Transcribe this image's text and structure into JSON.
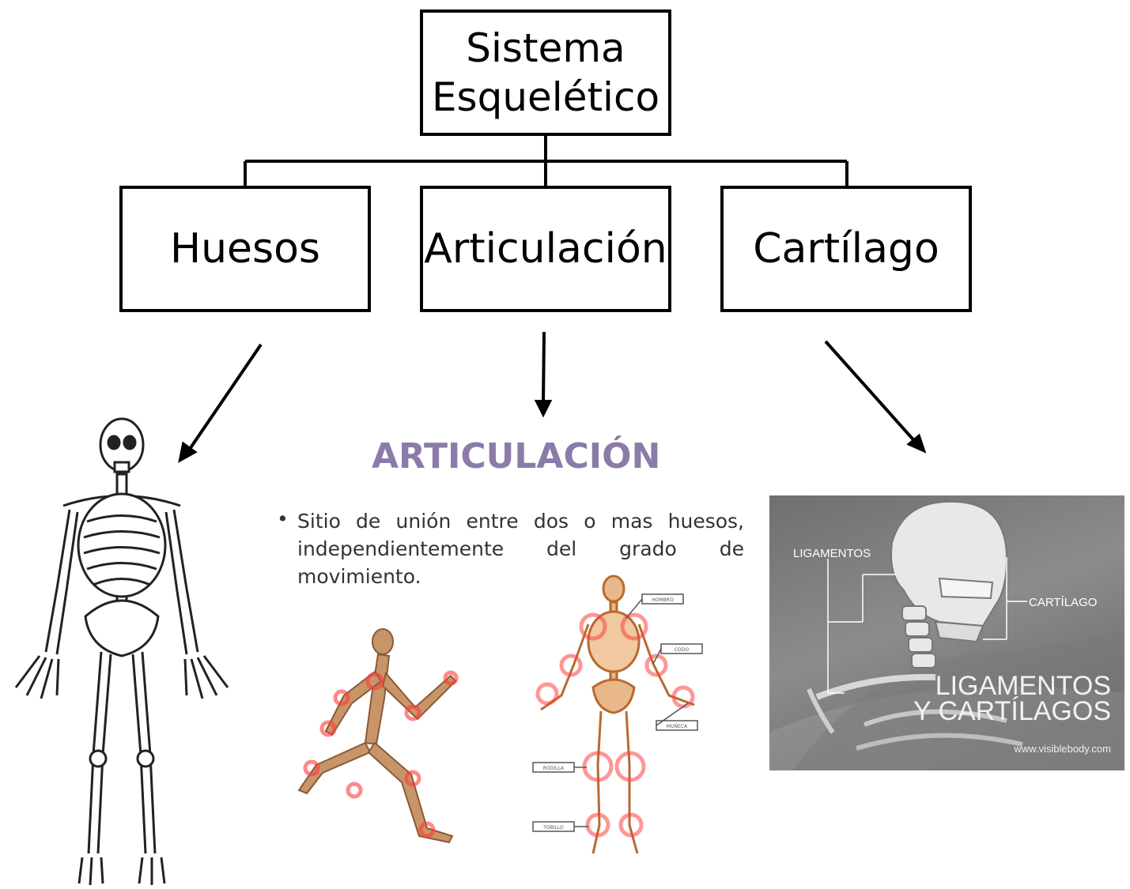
{
  "diagram": {
    "root": {
      "line1": "Sistema",
      "line2": "Esquelético"
    },
    "children": [
      {
        "label": "Huesos"
      },
      {
        "label": "Articulación"
      },
      {
        "label": "Cartílago"
      }
    ]
  },
  "articulacion_slide": {
    "title": "ARTICULACIÓN",
    "bullet": "•",
    "description": "Sitio de unión entre dos o mas huesos, independientemente del grado de movimiento.",
    "skeleton_tags": [
      "HOMBRO",
      "CODO",
      "MUÑECA",
      "RODILLA",
      "TOBILLO"
    ]
  },
  "ligamentos_image": {
    "label_left": "LIGAMENTOS",
    "label_right": "CARTÍLAGO",
    "title_line1": "LIGAMENTOS",
    "title_line2": "Y CARTÍLAGOS",
    "website": "www.visiblebody.com"
  },
  "colors": {
    "title_purple": "#8b7ba8",
    "joint_red": "#e23b3b",
    "mannequin_wood": "#c8956a"
  }
}
